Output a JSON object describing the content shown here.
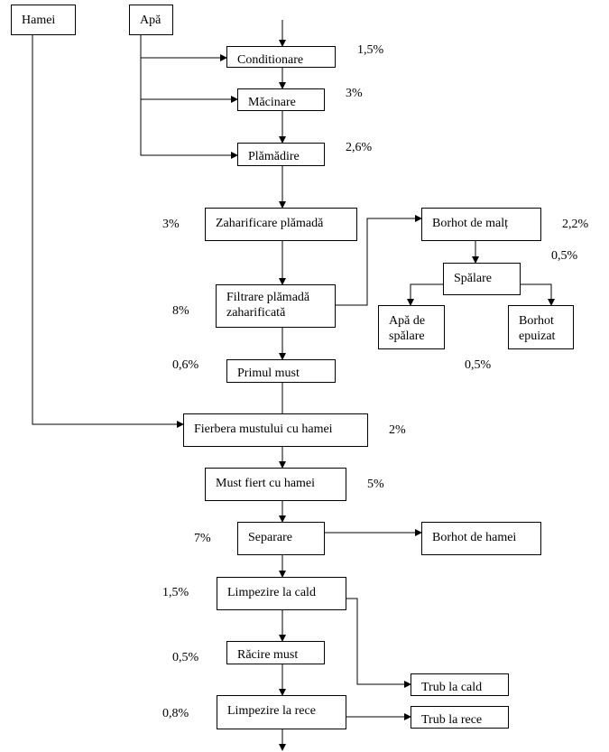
{
  "boxes": {
    "hamei": "Hamei",
    "apa": "Apă",
    "conditionare": "Conditionare",
    "macinare": "Măcinare",
    "plamadire": "Plămădire",
    "zaharificare": "Zaharificare plămadă",
    "borhot_malt": "Borhot de malț",
    "spalare": "Spălare",
    "apa_spalare_1": "Apă de",
    "apa_spalare_2": "spălare",
    "borhot_epuizat_1": "Borhot",
    "borhot_epuizat_2": "epuizat",
    "filtrare_1": "Filtrare plămadă",
    "filtrare_2": "zaharificată",
    "primul_must": "Primul must",
    "fierbere": "Fierbera mustului cu hamei",
    "must_fiert": "Must fiert cu hamei",
    "separare": "Separare",
    "borhot_hamei": "Borhot de hamei",
    "limpezire_cald": "Limpezire la cald",
    "racire": "Răcire must",
    "limpezire_rece": "Limpezire la rece",
    "trub_cald": "Trub la cald",
    "trub_rece": "Trub la rece"
  },
  "percentages": {
    "conditionare": "1,5%",
    "macinare": "3%",
    "plamadire": "2,6%",
    "zaharificare": "3%",
    "borhot_malt": "2,2%",
    "spalare": "0,5%",
    "filtrare": "8%",
    "primul_must": "0,6%",
    "spalare_out": "0,5%",
    "fierbere": "2%",
    "must_fiert": "5%",
    "separare": "7%",
    "limpezire_cald": "1,5%",
    "racire": "0,5%",
    "limpezire_rece": "0,8%"
  }
}
